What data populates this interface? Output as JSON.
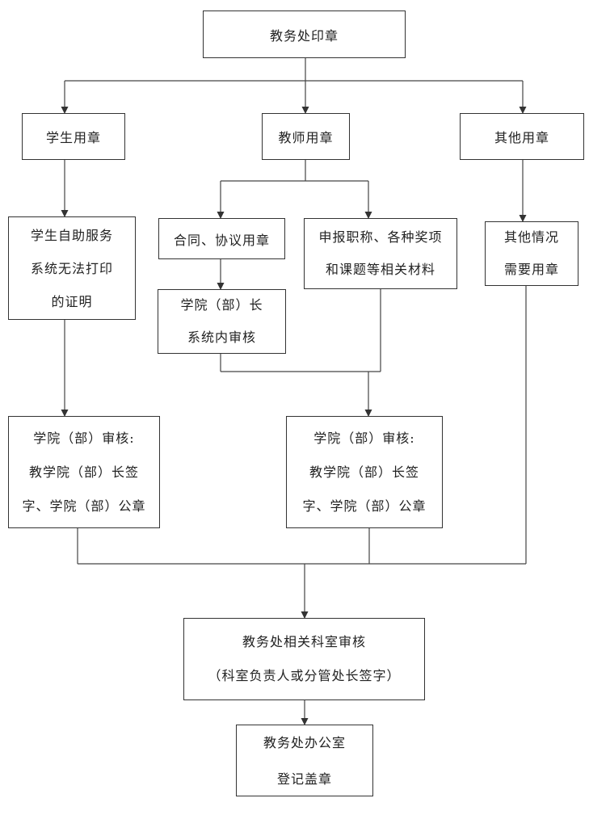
{
  "diagram": {
    "nodes": {
      "root": {
        "lines": [
          "教务处印章"
        ]
      },
      "student_seal": {
        "lines": [
          "学生用章"
        ]
      },
      "teacher_seal": {
        "lines": [
          "教师用章"
        ]
      },
      "other_seal": {
        "lines": [
          "其他用章"
        ]
      },
      "student_self_service": {
        "lines": [
          "学生自助服务",
          "系统无法打印",
          "的证明"
        ]
      },
      "contract_agreement": {
        "lines": [
          "合同、协议用章"
        ]
      },
      "title_award_materials": {
        "lines": [
          "申报职称、各种奖项",
          "和课题等相关材料"
        ]
      },
      "other_situations": {
        "lines": [
          "其他情况",
          "需要用章"
        ]
      },
      "dean_system_review": {
        "lines": [
          "学院（部）长",
          "系统内审核"
        ]
      },
      "college_review_left": {
        "lines": [
          "学院（部）审核:",
          "教学院（部）长签",
          "字、学院（部）公章"
        ]
      },
      "college_review_right": {
        "lines": [
          "学院（部）审核:",
          "教学院（部）长签",
          "字、学院（部）公章"
        ]
      },
      "office_section_review": {
        "lines": [
          "教务处相关科室审核",
          "（科室负责人或分管处长签字）"
        ]
      },
      "office_registration": {
        "lines": [
          "教务处办公室",
          "登记盖章"
        ]
      }
    },
    "edges": [
      {
        "from": "root",
        "to": "student_seal"
      },
      {
        "from": "root",
        "to": "teacher_seal"
      },
      {
        "from": "root",
        "to": "other_seal"
      },
      {
        "from": "student_seal",
        "to": "student_self_service"
      },
      {
        "from": "teacher_seal",
        "to": "contract_agreement"
      },
      {
        "from": "teacher_seal",
        "to": "title_award_materials"
      },
      {
        "from": "other_seal",
        "to": "other_situations"
      },
      {
        "from": "contract_agreement",
        "to": "dean_system_review"
      },
      {
        "from": "student_self_service",
        "to": "college_review_left"
      },
      {
        "from": "dean_system_review",
        "to": "college_review_right"
      },
      {
        "from": "title_award_materials",
        "to": "college_review_right"
      },
      {
        "from": "college_review_left",
        "to": "office_section_review"
      },
      {
        "from": "college_review_right",
        "to": "office_section_review"
      },
      {
        "from": "other_situations",
        "to": "office_section_review"
      },
      {
        "from": "office_section_review",
        "to": "office_registration"
      }
    ]
  }
}
